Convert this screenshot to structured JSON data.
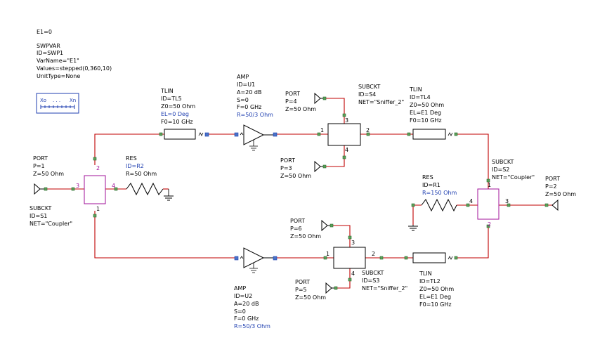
{
  "equation": "E1=0",
  "swpvar": {
    "type": "SWPVAR",
    "id": "ID=SWP1",
    "varname": "VarName=\"E1\"",
    "values": "Values=stepped(0,360,10)",
    "unittype": "UnitType=None",
    "icon_left": "Xo",
    "icon_dots": ". . .",
    "icon_right": "Xn"
  },
  "tl5": {
    "type": "TLIN",
    "id": "ID=TL5",
    "z0": "Z0=50 Ohm",
    "el": "EL=0 Deg",
    "f0": "F0=10 GHz"
  },
  "u1": {
    "type": "AMP",
    "id": "ID=U1",
    "a": "A=20 dB",
    "s": "S=0",
    "f": "F=0 GHz",
    "r": "R=50/3 Ohm"
  },
  "p4": {
    "type": "PORT",
    "p": "P=4",
    "z": "Z=50 Ohm"
  },
  "s4": {
    "type": "SUBCKT",
    "id": "ID=S4",
    "net": "NET=\"Sniffer_2\""
  },
  "tl4": {
    "type": "TLIN",
    "id": "ID=TL4",
    "z0": "Z0=50 Ohm",
    "el": "EL=E1 Deg",
    "f0": "F0=10 GHz"
  },
  "p3": {
    "type": "PORT",
    "p": "P=3",
    "z": "Z=50 Ohm"
  },
  "p1": {
    "type": "PORT",
    "p": "P=1",
    "z": "Z=50 Ohm"
  },
  "r2": {
    "type": "RES",
    "id": "ID=R2",
    "r": "R=50 Ohm"
  },
  "s1": {
    "type": "SUBCKT",
    "id": "ID=S1",
    "net": "NET=\"Coupler\""
  },
  "r1": {
    "type": "RES",
    "id": "ID=R1",
    "r": "R=150 Ohm"
  },
  "s2": {
    "type": "SUBCKT",
    "id": "ID=S2",
    "net": "NET=\"Coupler\""
  },
  "p2": {
    "type": "PORT",
    "p": "P=2",
    "z": "Z=50 Ohm"
  },
  "p6": {
    "type": "PORT",
    "p": "P=6",
    "z": "Z=50 Ohm"
  },
  "p5": {
    "type": "PORT",
    "p": "P=5",
    "z": "Z=50 Ohm"
  },
  "s3": {
    "type": "SUBCKT",
    "id": "ID=S3",
    "net": "NET=\"Sniffer_2\""
  },
  "tl2": {
    "type": "TLIN",
    "id": "ID=TL2",
    "z0": "Z0=50 Ohm",
    "el": "EL=E1 Deg",
    "f0": "F0=10 GHz"
  },
  "u2": {
    "type": "AMP",
    "id": "ID=U2",
    "a": "A=20 dB",
    "s": "S=0",
    "f": "F=0 GHz",
    "r": "R=50/3 Ohm"
  },
  "pins": {
    "s1_2": "2",
    "s1_3": "3",
    "s1_4": "4",
    "s1_1": "1",
    "s2_1": "1",
    "s2_4": "4",
    "s2_3": "3",
    "s2_2": "2",
    "s4_1": "1",
    "s4_2": "2",
    "s4_3": "3",
    "s4_4": "4",
    "s3_1": "1",
    "s3_2": "2",
    "s3_3": "3",
    "s3_4": "4"
  },
  "colors": {
    "wire": "#c00000",
    "text": "#000000",
    "param": "#1f3fb0",
    "pin": "#a0109a",
    "node": "#5aa05a"
  }
}
